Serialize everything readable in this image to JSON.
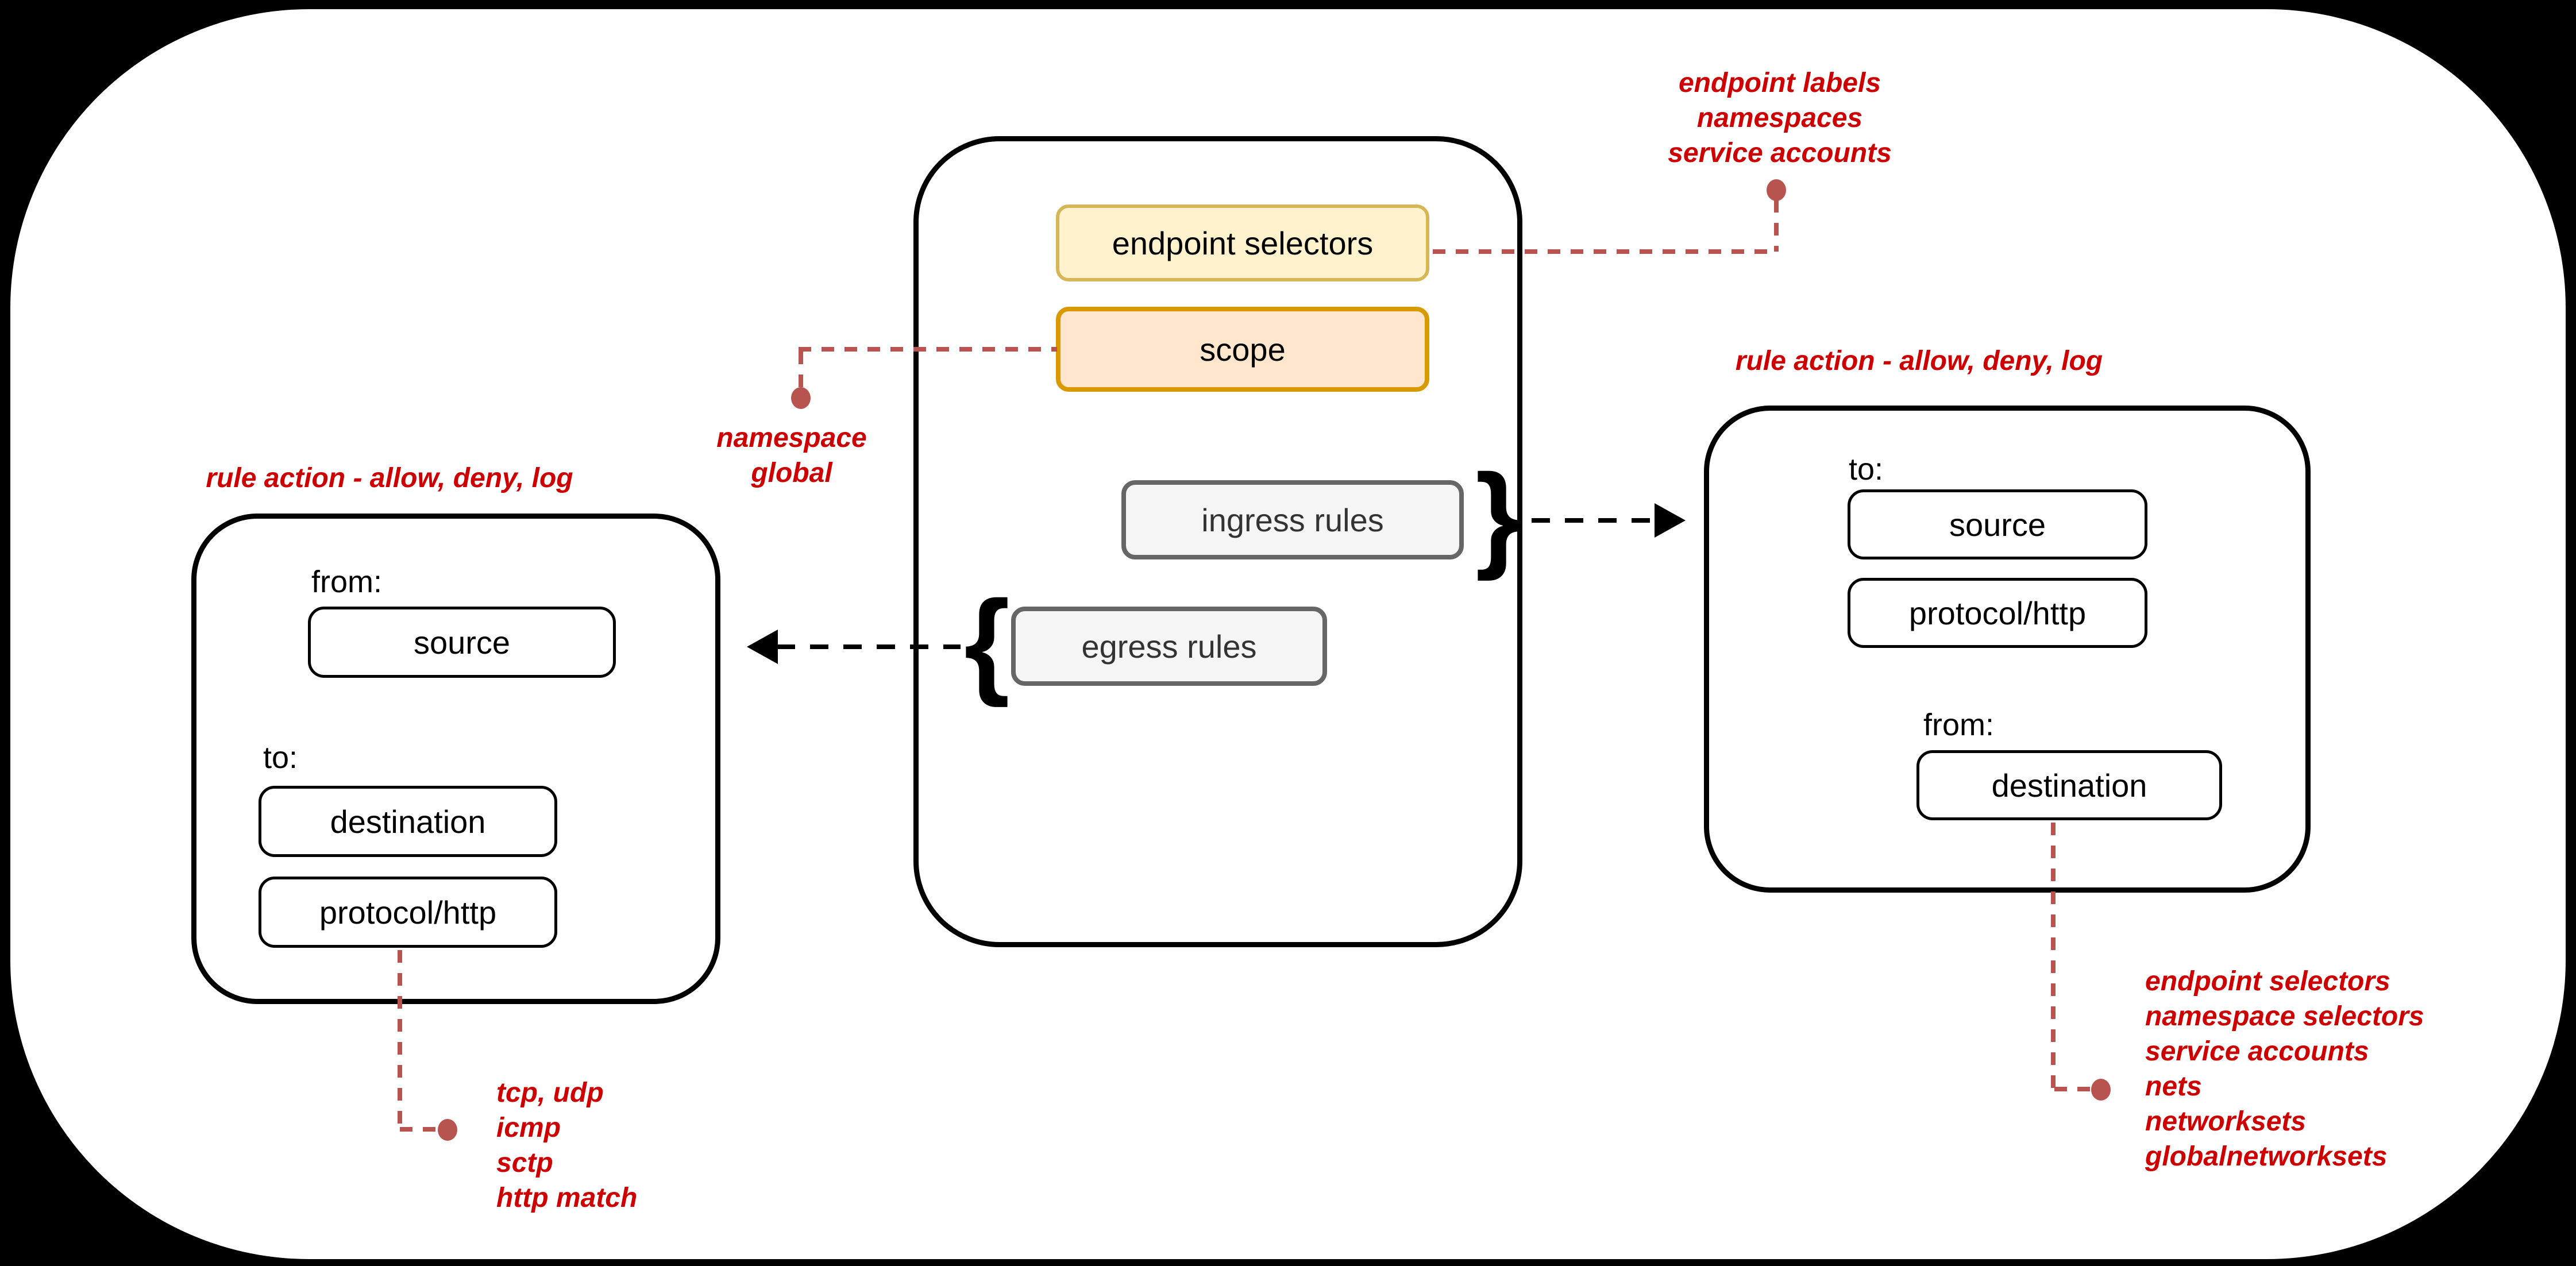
{
  "colors": {
    "background": "#000000",
    "sheet": "#ffffff",
    "annotation_red": "#CC0000",
    "connector_red": "#B85450",
    "endpoint_selectors_fill": "#FFF2CC",
    "endpoint_selectors_border": "#D6B656",
    "scope_fill": "#FFE6CC",
    "scope_border": "#D79B00",
    "rules_fill": "#F5F5F5",
    "rules_border": "#666666",
    "group_border": "#000000"
  },
  "policy": {
    "endpoint_selectors": "endpoint selectors",
    "scope": "scope",
    "ingress_rules": "ingress rules",
    "egress_rules": "egress rules",
    "ingress_brace": "}",
    "egress_brace": "{"
  },
  "egress_detail": {
    "title": "rule action - allow, deny, log",
    "from_label": "from:",
    "source": "source",
    "to_label": "to:",
    "destination": "destination",
    "protocol": "protocol/http"
  },
  "ingress_detail": {
    "title": "rule action - allow, deny, log",
    "to_label": "to:",
    "source": "source",
    "protocol": "protocol/http",
    "from_label": "from:",
    "destination": "destination"
  },
  "annotations": {
    "endpoint_selector_options": {
      "lines": [
        "endpoint labels",
        "namespaces",
        "service accounts"
      ]
    },
    "scope_options": {
      "lines": [
        "namespace",
        "global"
      ]
    },
    "protocol_options": {
      "lines": [
        "tcp, udp",
        "icmp",
        "sctp",
        "http match"
      ]
    },
    "destination_options": {
      "lines": [
        "endpoint selectors",
        "namespace selectors",
        "service accounts",
        "nets",
        "networksets",
        "globalnetworksets"
      ]
    }
  }
}
